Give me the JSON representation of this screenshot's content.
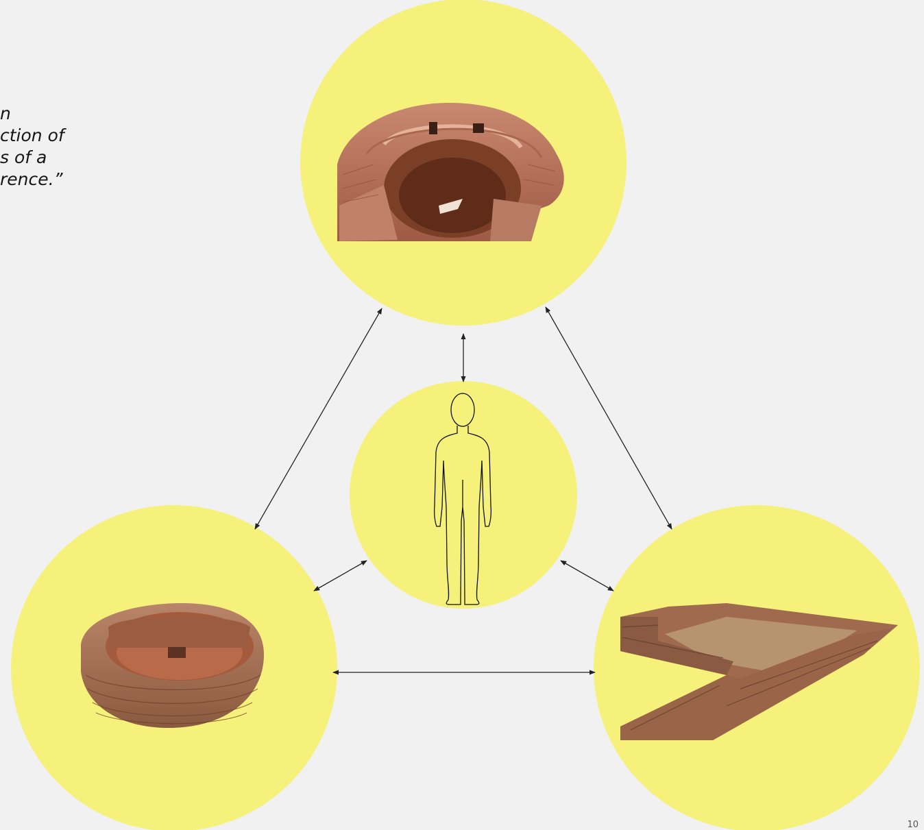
{
  "quote": {
    "lines": [
      "n",
      "ction of",
      "s of a",
      "rence.”"
    ]
  },
  "page_number": "10",
  "colors": {
    "background": "#f0f1f0",
    "circle_fill": "#f5f17a",
    "arrow": "#222222"
  },
  "nodes": [
    {
      "id": "kiva-top",
      "icon": "circular-kiva-ruin-photo"
    },
    {
      "id": "person-center",
      "icon": "human-silhouette-icon"
    },
    {
      "id": "kiva-bottom-left",
      "icon": "round-stone-kiva-photo"
    },
    {
      "id": "room-bottom-right",
      "icon": "rectangular-masonry-room-photo"
    }
  ]
}
